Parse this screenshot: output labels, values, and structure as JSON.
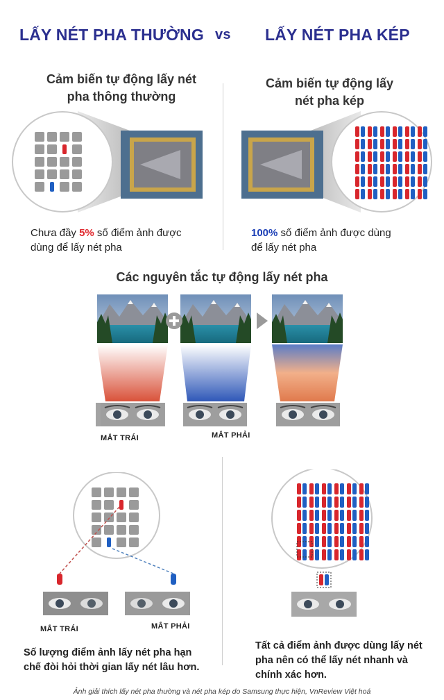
{
  "header": {
    "left_title": "LẤY NÉT PHA THƯỜNG",
    "vs": "vs",
    "right_title": "LẤY NÉT PHA KÉP"
  },
  "top_left": {
    "subtitle_line1": "Cảm biến tự động lấy nét",
    "subtitle_line2": "pha thông thường",
    "desc_prefix": "Chưa đầy ",
    "desc_percent": "5%",
    "desc_suffix": " số điểm ảnh được",
    "desc_line2": "dùng để lấy nét pha"
  },
  "top_right": {
    "subtitle_line1": "Cảm biến tự động lấy",
    "subtitle_line2": "nét pha kép",
    "desc_percent": "100%",
    "desc_suffix": " số điểm ảnh được dùng",
    "desc_line2": "để lấy nét pha"
  },
  "middle": {
    "title": "Các nguyên tắc tự động lấy nét pha",
    "left_eye_label": "MẮT TRÁI",
    "right_eye_label": "MẮT PHẢI"
  },
  "bottom_left": {
    "left_eye_label": "MẮT TRÁI",
    "right_eye_label": "MẮT PHẢI",
    "desc_line1": "Số lượng điểm ảnh lấy nét pha hạn",
    "desc_line2": "chế đòi hỏi thời gian lấy nét lâu hơn."
  },
  "bottom_right": {
    "desc_line1": "Tất cả điểm ảnh được dùng lấy nét",
    "desc_line2": "pha nên có thể lấy nét nhanh và",
    "desc_line3": "chính xác hơn."
  },
  "footer": {
    "caption": "Ảnh giải thích lấy nét pha thường và nét pha kép do Samsung thực hiện, VnReview Việt hoá"
  },
  "colors": {
    "heading": "#2b2f8f",
    "red_pixel": "#d8262c",
    "blue_pixel": "#1f5fc2",
    "gray_pixel": "#9a9a9a"
  }
}
